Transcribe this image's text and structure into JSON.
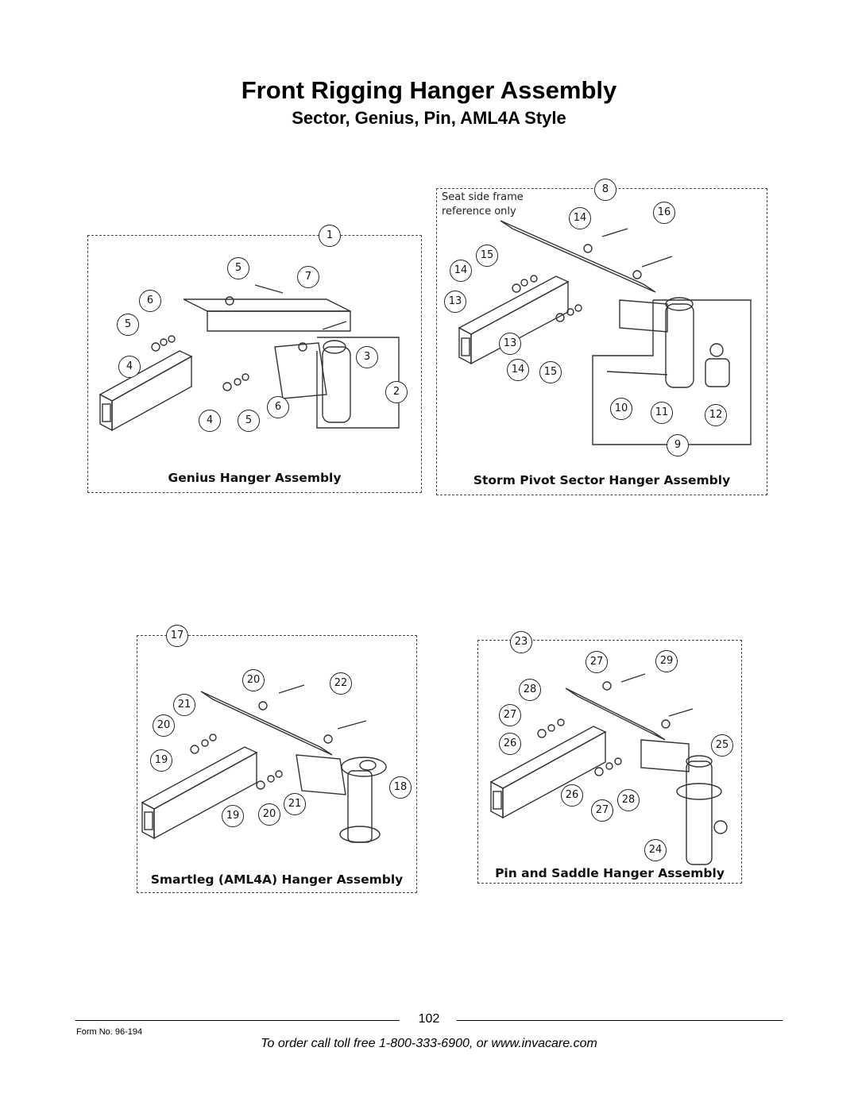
{
  "page": {
    "title": "Front Rigging Hanger Assembly",
    "subtitle": "Sector, Genius, Pin, AML4A Style"
  },
  "diagrams": {
    "genius": {
      "caption": "Genius Hanger Assembly",
      "callouts": [
        "1",
        "2",
        "3",
        "4",
        "4",
        "5",
        "5",
        "5",
        "6",
        "6",
        "7"
      ]
    },
    "storm": {
      "caption": "Storm Pivot Sector Hanger Assembly",
      "note_line1": "Seat side frame",
      "note_line2": "reference only",
      "callouts": [
        "8",
        "9",
        "10",
        "11",
        "12",
        "13",
        "13",
        "14",
        "14",
        "14",
        "15",
        "15",
        "16"
      ]
    },
    "smartleg": {
      "caption": "Smartleg (AML4A) Hanger Assembly",
      "callouts": [
        "17",
        "18",
        "19",
        "19",
        "20",
        "20",
        "20",
        "21",
        "21",
        "22"
      ]
    },
    "pin_saddle": {
      "caption": "Pin and Saddle Hanger Assembly",
      "callouts": [
        "23",
        "24",
        "25",
        "26",
        "26",
        "27",
        "27",
        "27",
        "28",
        "28",
        "29"
      ]
    }
  },
  "footer": {
    "page_number": "102",
    "form_number": "Form No. 96-194",
    "order_text": "To order call toll free 1-800-333-6900, or www.invacare.com"
  }
}
